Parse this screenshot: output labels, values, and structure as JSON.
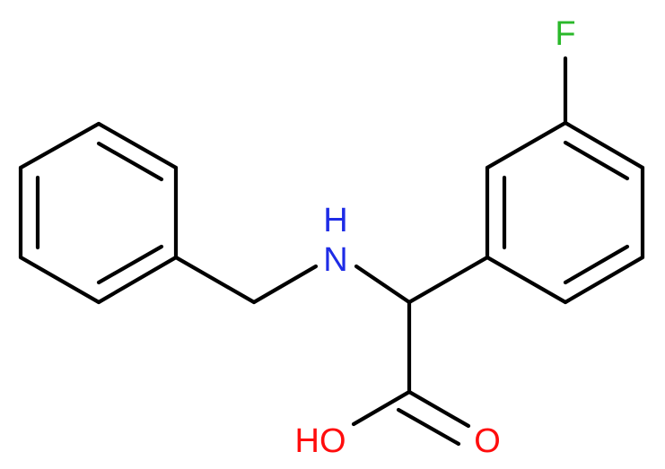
{
  "molecule": {
    "atoms": {
      "fluorine": {
        "symbol": "F",
        "color": "#2ab82a"
      },
      "amine": {
        "symbol": "H\nN",
        "line1": "H",
        "line2": "N",
        "color": "#1e2ce6"
      },
      "hydroxyl": {
        "symbol": "HO",
        "color": "#ff0d0d"
      },
      "carbonyl_oxygen": {
        "symbol": "O",
        "color": "#ff0d0d"
      }
    },
    "bond_color": "#000000"
  }
}
